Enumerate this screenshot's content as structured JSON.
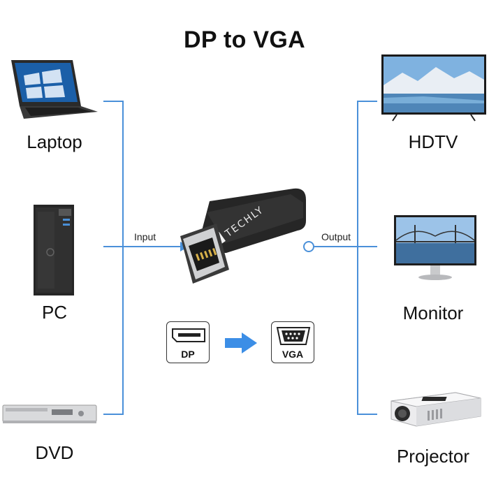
{
  "title": "DP to VGA",
  "inputs": [
    {
      "label": "Laptop",
      "icon": "laptop-icon"
    },
    {
      "label": "PC",
      "icon": "pc-tower-icon"
    },
    {
      "label": "DVD",
      "icon": "dvd-player-icon"
    }
  ],
  "outputs": [
    {
      "label": "HDTV",
      "icon": "hdtv-icon"
    },
    {
      "label": "Monitor",
      "icon": "monitor-icon"
    },
    {
      "label": "Projector",
      "icon": "projector-icon"
    }
  ],
  "connector": {
    "input_label": "Input",
    "output_label": "Output",
    "adapter_brand": "TECHLY",
    "from_port": "DP",
    "to_port": "VGA"
  },
  "colors": {
    "line": "#4a90d9",
    "arrow": "#3c8ee6",
    "adapter": "#2b2b2b"
  }
}
